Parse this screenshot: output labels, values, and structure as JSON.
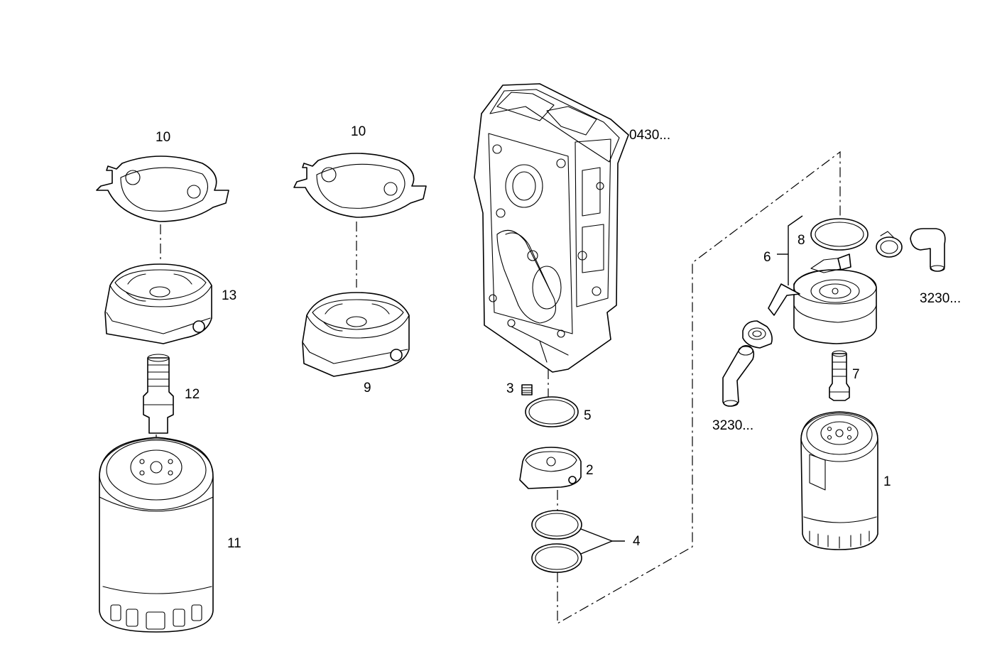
{
  "diagram": {
    "callouts": {
      "left_gasket": "10",
      "left_adapter": "13",
      "left_nipple": "12",
      "left_filter": "11",
      "mid_gasket": "10",
      "mid_adapter": "9",
      "housing_ref": "0430...",
      "plug": "3",
      "seal_ring": "5",
      "small_adapter": "2",
      "o_rings": "4",
      "cooler_assembly": "6",
      "top_ring": "8",
      "hose_ref_right": "3230...",
      "hose_ref_left": "3230...",
      "nipple_right": "7",
      "filter_right": "1"
    }
  }
}
